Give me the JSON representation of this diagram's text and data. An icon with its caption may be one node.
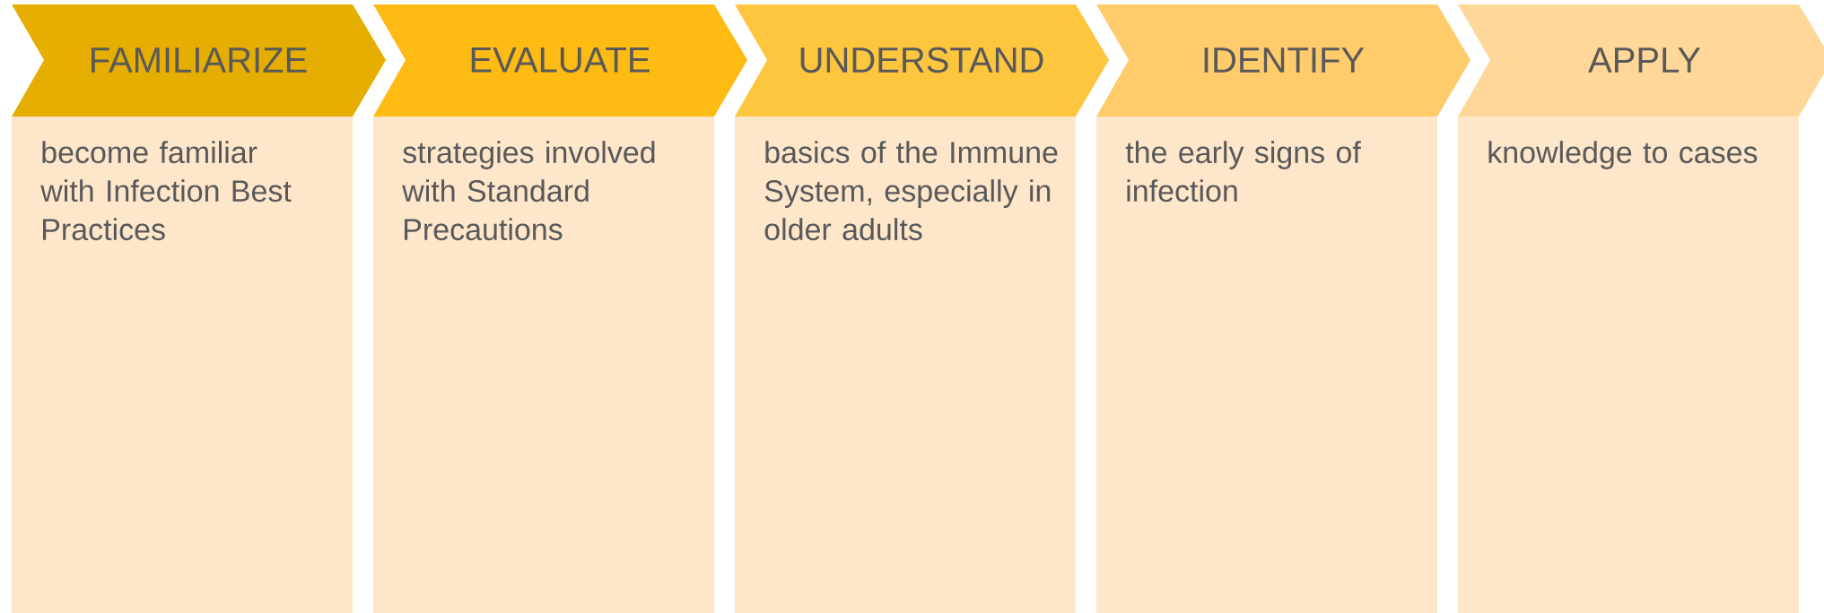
{
  "diagram": {
    "nodes": [
      {
        "text": [
          "FAMILIARIZE"
        ]
      },
      {
        "text": [
          "become familiar with Infection Best Practices"
        ]
      },
      {
        "text": [
          "EVALUATE"
        ]
      },
      {
        "text": [
          "strategies involved with Standard Precautions"
        ]
      },
      {
        "text": [
          "UNDERSTAND"
        ]
      },
      {
        "text": [
          "basics of the Immune System, especially in older adults"
        ]
      },
      {
        "text": [
          "IDENTIFY"
        ]
      },
      {
        "text": [
          "the early signs of infection"
        ]
      },
      {
        "text": [
          "APPLY"
        ]
      },
      {
        "text": [
          "knowledge to cases"
        ]
      }
    ]
  }
}
